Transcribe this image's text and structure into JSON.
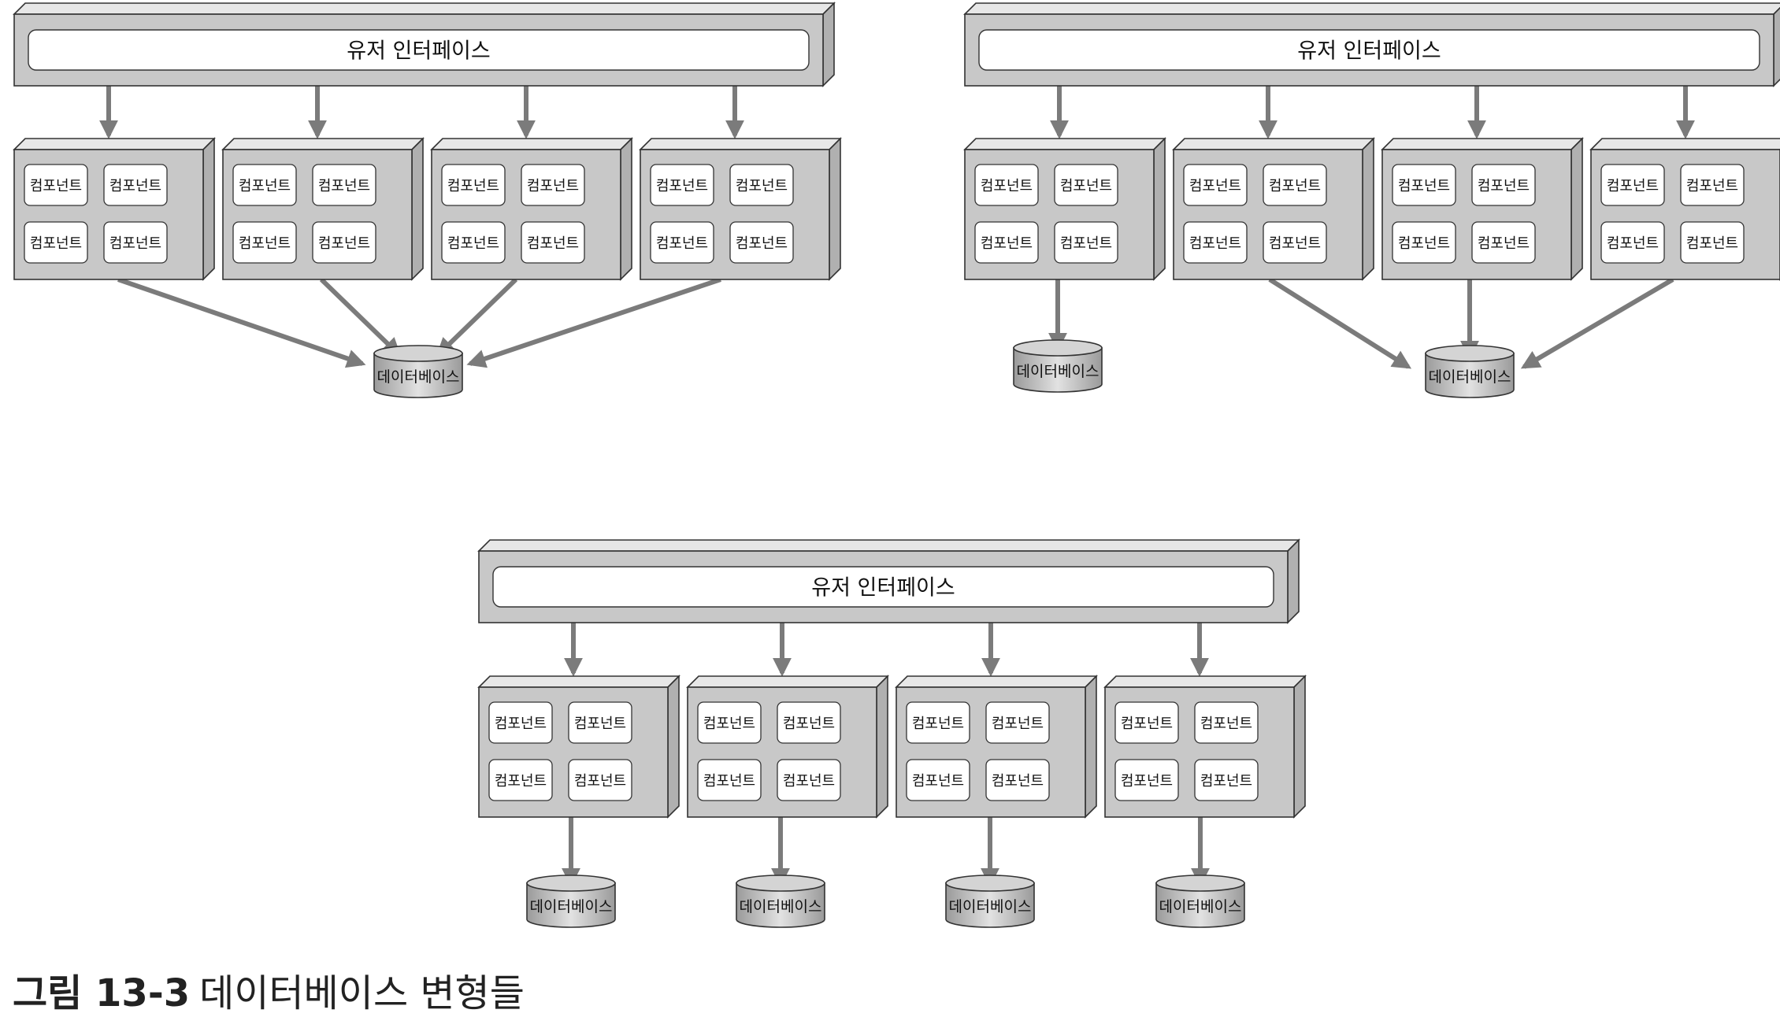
{
  "labels": {
    "user_interface": "유저 인터페이스",
    "component": "컴포넌트",
    "database": "데이터베이스"
  },
  "diagrams": [
    {
      "id": "shared-database",
      "modules": 4,
      "databases": 1,
      "module_to_database": [
        0,
        0,
        0,
        0
      ]
    },
    {
      "id": "split-database",
      "modules": 4,
      "databases": 2,
      "module_to_database": [
        0,
        1,
        1,
        1
      ]
    },
    {
      "id": "database-per-module",
      "modules": 4,
      "databases": 4,
      "module_to_database": [
        0,
        1,
        2,
        3
      ]
    }
  ],
  "caption": {
    "number": "그림 13-3",
    "title": "데이터베이스 변형들"
  },
  "colors": {
    "box_fill": "#c8c8c8",
    "box_face": "#e7e7e7",
    "box_side": "#b0b0b0",
    "stroke": "#333333",
    "arrow": "#7b7b7b",
    "inner_fill": "#ffffff"
  }
}
